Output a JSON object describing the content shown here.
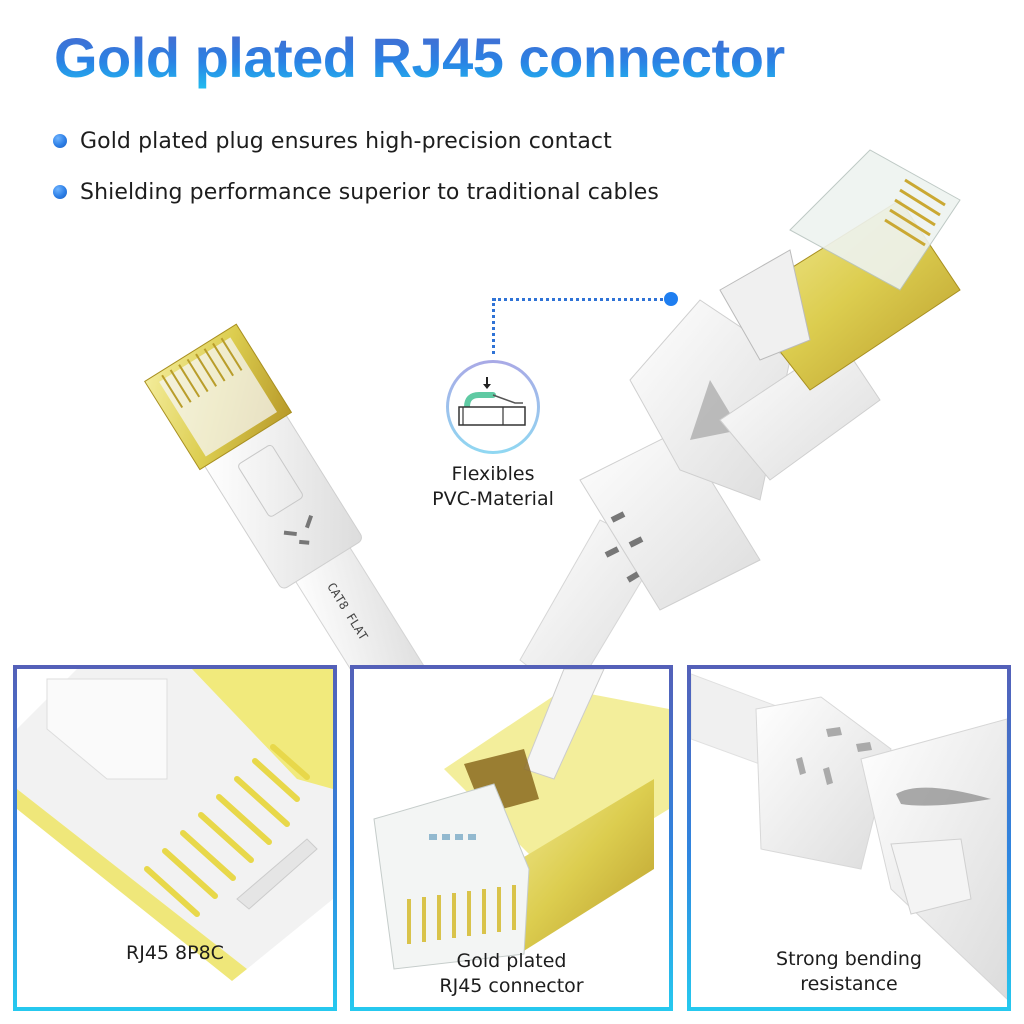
{
  "title": "Gold plated RJ45 connector",
  "bullets": [
    {
      "text": "Gold plated plug ensures high-precision contact",
      "icon": "bullet-dot-icon"
    },
    {
      "text": "Shielding performance superior to traditional cables",
      "icon": "bullet-dot-icon"
    }
  ],
  "hero": {
    "left_cable_print": "CAT8 FLAT",
    "callout": {
      "icon": "flexible-clip-icon",
      "line1": "Flexibles",
      "line2": "PVC-Material"
    }
  },
  "panels": [
    {
      "label": "RJ45 8P8C",
      "image": "rj45-pins-closeup"
    },
    {
      "label_line1": "Gold plated",
      "label_line2": "RJ45 connector",
      "image": "gold-plated-connector"
    },
    {
      "label_line1": "Strong bending",
      "label_line2": "resistance",
      "image": "cable-boot-closeup"
    }
  ],
  "colors": {
    "title_gradient_top": "#4f63c9",
    "title_gradient_bottom": "#1fc7f2",
    "bullet": "#2d7fe6",
    "callout_line": "#2f73d6",
    "panel_border_top": "#5460b8",
    "panel_border_bottom": "#26c9ef",
    "gold": "#d9c94a",
    "clip_green": "#5fcaa3"
  }
}
